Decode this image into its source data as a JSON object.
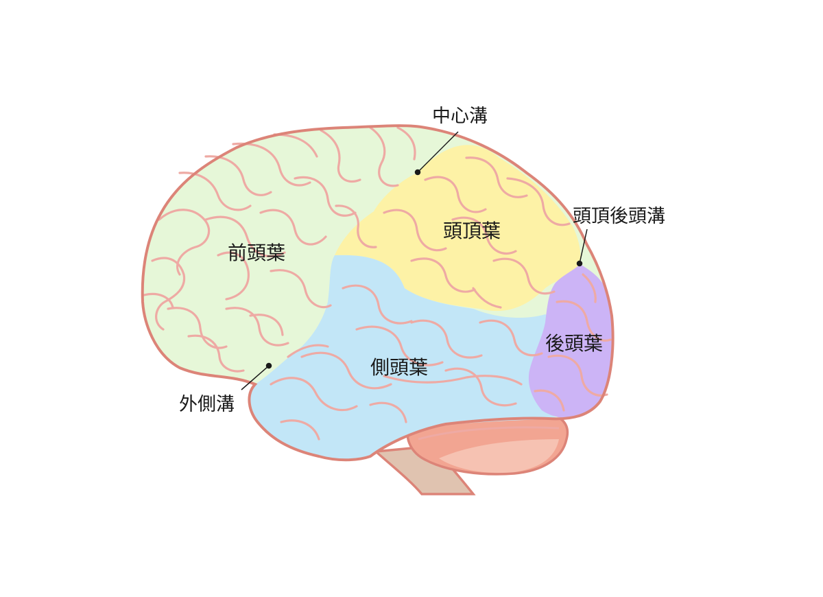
{
  "diagram": {
    "regions": {
      "frontal": {
        "label": "前頭葉",
        "color": "#e6f7d8"
      },
      "parietal": {
        "label": "頭頂葉",
        "color": "#fdf2a6"
      },
      "temporal": {
        "label": "側頭葉",
        "color": "#c2e6f7"
      },
      "occipital": {
        "label": "後頭葉",
        "color": "#ccb4f6"
      }
    },
    "annotations": {
      "central_sulcus": "中心溝",
      "parieto_occipital_sulcus": "頭頂後頭溝",
      "lateral_sulcus": "外側溝"
    },
    "colors": {
      "outline": "#dc8478",
      "gyri": "#eeaaa4",
      "cerebellum": "#f2a592",
      "cerebellum_light": "#f6c2b2",
      "brainstem": "#e0c3b0"
    }
  }
}
